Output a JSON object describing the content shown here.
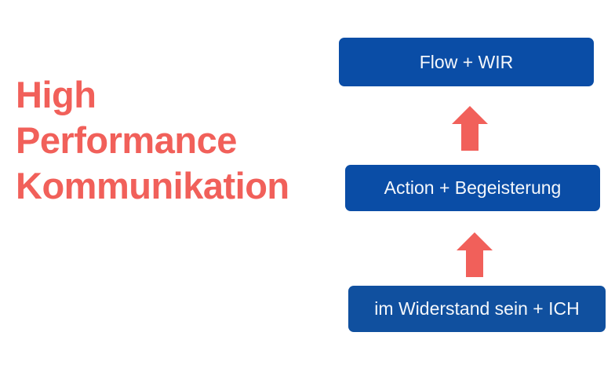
{
  "slide": {
    "background_color": "#ffffff",
    "heading": {
      "text": "High\nPerformance\nKommunikation",
      "color": "#f1605a"
    }
  },
  "chart_data": {
    "type": "diagram",
    "diagram_kind": "upward-flow-ladder",
    "title": "High Performance Kommunikation",
    "direction": "bottom-to-top",
    "node_fill": "#0a4da6",
    "node_text_color": "#f4f7fb",
    "arrow_color": "#f1605a",
    "nodes": [
      {
        "id": "step-3",
        "label": "Flow + WIR",
        "level": 3
      },
      {
        "id": "step-2",
        "label": "Action + Begeisterung",
        "level": 2
      },
      {
        "id": "step-1",
        "label": "im Widerstand sein + ICH",
        "level": 1
      }
    ],
    "connectors": [
      {
        "id": "arrow-up-1",
        "from": "step-1",
        "to": "step-2",
        "glyph": "arrow-up"
      },
      {
        "id": "arrow-up-2",
        "from": "step-2",
        "to": "step-3",
        "glyph": "arrow-up"
      }
    ]
  }
}
